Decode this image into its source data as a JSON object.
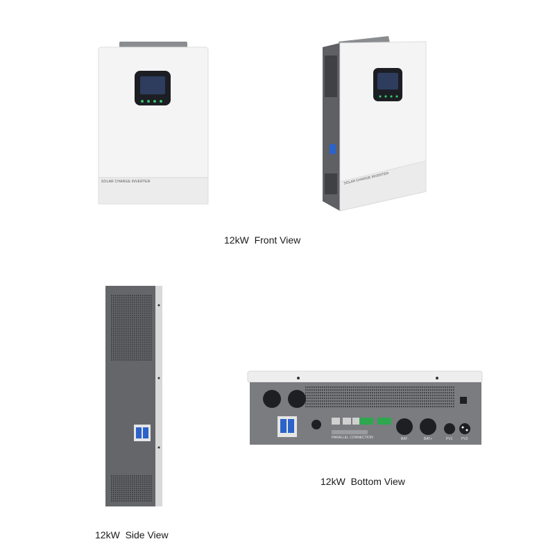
{
  "captions": {
    "front": "12kW  Front View",
    "bottom": "12kW  Bottom View",
    "side": "12kW  Side View"
  },
  "device": {
    "panel_label": "SOLAR CHARGE INVERTER",
    "bottom_labels": {
      "parallel": "PARALLEL CONNECTION",
      "bat_neg": "BAT-",
      "bat_pos": "BAT+",
      "pv1": "PV1",
      "pv2": "PV2"
    }
  },
  "colors": {
    "body_white": "#f3f3f3",
    "chassis_gray": "#6b6d70",
    "screen_black": "#1b1d22",
    "led_green": "#34c36a",
    "breaker_blue": "#2b63c9"
  }
}
